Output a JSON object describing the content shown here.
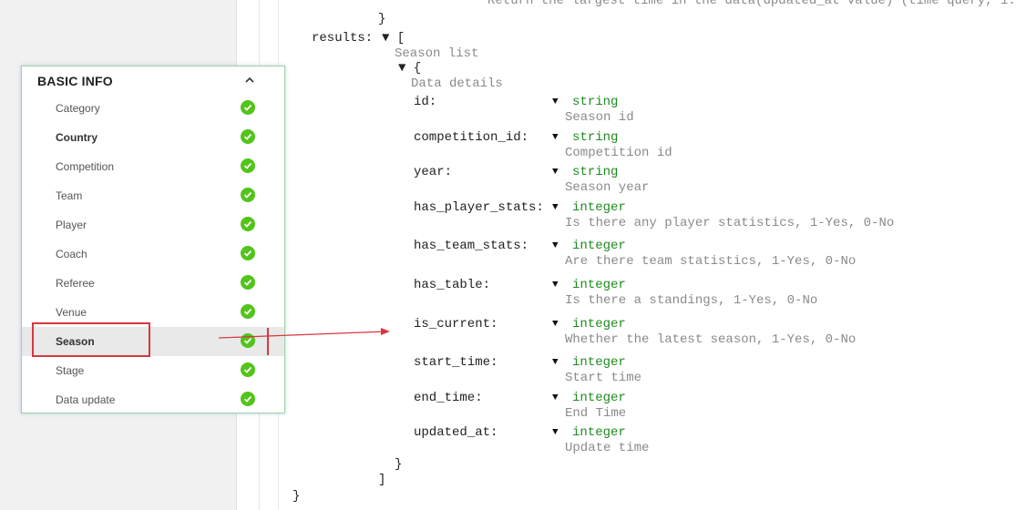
{
  "schema": {
    "top_comment": "Return the largest time in the data(updated_at value) (time query, 1.",
    "close_brace_top": "}",
    "results_key": "results:",
    "results_open": "▼ [",
    "results_desc": "Season list",
    "obj_open": "▼ {",
    "obj_desc": "Data details",
    "close_obj": "}",
    "close_arr": "]",
    "close_root": "}",
    "fields": [
      {
        "name": "id:",
        "type": "string",
        "desc": "Season id"
      },
      {
        "name": "competition_id:",
        "type": "string",
        "desc": "Competition id"
      },
      {
        "name": "year:",
        "type": "string",
        "desc": "Season year"
      },
      {
        "name": "has_player_stats:",
        "type": "integer",
        "desc": "Is there any player statistics, 1-Yes, 0-No"
      },
      {
        "name": "has_team_stats:",
        "type": "integer",
        "desc": "Are there team statistics, 1-Yes, 0-No"
      },
      {
        "name": "has_table:",
        "type": "integer",
        "desc": "Is there a standings, 1-Yes, 0-No"
      },
      {
        "name": "is_current:",
        "type": "integer",
        "desc": "Whether the latest season, 1-Yes, 0-No"
      },
      {
        "name": "start_time:",
        "type": "integer",
        "desc": "Start time"
      },
      {
        "name": "end_time:",
        "type": "integer",
        "desc": "End Time"
      },
      {
        "name": "updated_at:",
        "type": "integer",
        "desc": "Update time"
      }
    ]
  },
  "panel": {
    "title": "BASIC INFO",
    "items": [
      {
        "label": "Category"
      },
      {
        "label": "Country"
      },
      {
        "label": "Competition"
      },
      {
        "label": "Team"
      },
      {
        "label": "Player"
      },
      {
        "label": "Coach"
      },
      {
        "label": "Referee"
      },
      {
        "label": "Venue"
      },
      {
        "label": "Season"
      },
      {
        "label": "Stage"
      },
      {
        "label": "Data update"
      }
    ]
  },
  "colors": {
    "accent_green": "#52c41a",
    "highlight_red": "#d9363e",
    "type_green": "#1f8a1f"
  },
  "icons": {
    "collapse": "chevron-up-icon",
    "status": "check-circle-icon",
    "expand": "triangle-down-icon"
  }
}
